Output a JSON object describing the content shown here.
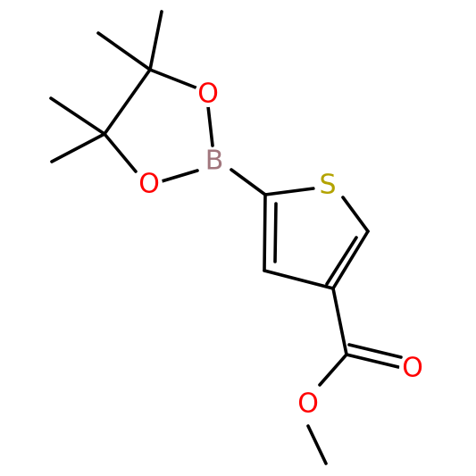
{
  "molecule": {
    "atoms": {
      "boron": {
        "symbol": "B",
        "color": "#a1767d"
      },
      "oxygen_upper": {
        "symbol": "O",
        "color": "#ff0000"
      },
      "oxygen_lower": {
        "symbol": "O",
        "color": "#ff0000"
      },
      "sulfur": {
        "symbol": "S",
        "color": "#b3a300"
      },
      "oxygen_carbonyl": {
        "symbol": "O",
        "color": "#ff0000"
      },
      "oxygen_ester": {
        "symbol": "O",
        "color": "#ff0000"
      }
    },
    "bond_color": "#000000"
  }
}
